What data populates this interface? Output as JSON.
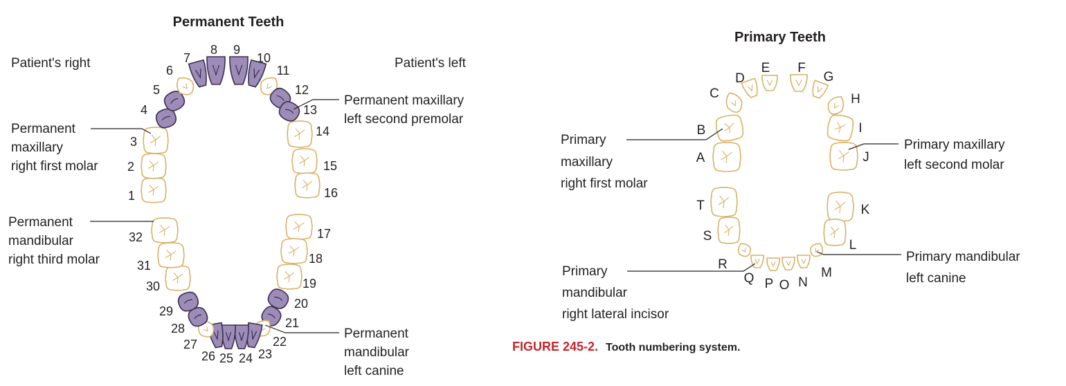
{
  "permanent": {
    "title": "Permanent Teeth",
    "patient_right": "Patient's right",
    "patient_left": "Patient's left",
    "highlight_color": "#9d8cb7",
    "outline_color": "#d9b064",
    "teeth": [
      {
        "id": "1",
        "kind": "molar",
        "highlighted": false
      },
      {
        "id": "2",
        "kind": "molar",
        "highlighted": false
      },
      {
        "id": "3",
        "kind": "molar",
        "highlighted": false
      },
      {
        "id": "4",
        "kind": "premolar",
        "highlighted": true
      },
      {
        "id": "5",
        "kind": "premolar",
        "highlighted": true
      },
      {
        "id": "6",
        "kind": "canine",
        "highlighted": false
      },
      {
        "id": "7",
        "kind": "incisor",
        "highlighted": true
      },
      {
        "id": "8",
        "kind": "incisor",
        "highlighted": true
      },
      {
        "id": "9",
        "kind": "incisor",
        "highlighted": true
      },
      {
        "id": "10",
        "kind": "incisor",
        "highlighted": true
      },
      {
        "id": "11",
        "kind": "canine",
        "highlighted": false
      },
      {
        "id": "12",
        "kind": "premolar",
        "highlighted": true
      },
      {
        "id": "13",
        "kind": "premolar",
        "highlighted": true
      },
      {
        "id": "14",
        "kind": "molar",
        "highlighted": false
      },
      {
        "id": "15",
        "kind": "molar",
        "highlighted": false
      },
      {
        "id": "16",
        "kind": "molar",
        "highlighted": false
      },
      {
        "id": "17",
        "kind": "molar",
        "highlighted": false
      },
      {
        "id": "18",
        "kind": "molar",
        "highlighted": false
      },
      {
        "id": "19",
        "kind": "molar",
        "highlighted": false
      },
      {
        "id": "20",
        "kind": "premolar",
        "highlighted": true
      },
      {
        "id": "21",
        "kind": "premolar",
        "highlighted": true
      },
      {
        "id": "22",
        "kind": "canine",
        "highlighted": false
      },
      {
        "id": "23",
        "kind": "incisor",
        "highlighted": true
      },
      {
        "id": "24",
        "kind": "incisor",
        "highlighted": true
      },
      {
        "id": "25",
        "kind": "incisor",
        "highlighted": true
      },
      {
        "id": "26",
        "kind": "incisor",
        "highlighted": true
      },
      {
        "id": "27",
        "kind": "canine",
        "highlighted": false
      },
      {
        "id": "28",
        "kind": "premolar",
        "highlighted": true
      },
      {
        "id": "29",
        "kind": "premolar",
        "highlighted": true
      },
      {
        "id": "30",
        "kind": "molar",
        "highlighted": false
      },
      {
        "id": "31",
        "kind": "molar",
        "highlighted": false
      },
      {
        "id": "32",
        "kind": "molar",
        "highlighted": false
      }
    ],
    "callouts": [
      {
        "id": "perm-max-right-first-molar",
        "lines": [
          "Permanent",
          "maxillary",
          "right first molar"
        ]
      },
      {
        "id": "perm-mand-right-third-molar",
        "lines": [
          "Permanent",
          "mandibular",
          "right third molar"
        ]
      },
      {
        "id": "perm-max-left-second-premolar",
        "lines": [
          "Permanent maxillary",
          "left second premolar"
        ]
      },
      {
        "id": "perm-mand-left-canine",
        "lines": [
          "Permanent",
          "mandibular",
          "left canine"
        ]
      }
    ]
  },
  "primary": {
    "title": "Primary Teeth",
    "teeth": [
      {
        "id": "A",
        "kind": "molar"
      },
      {
        "id": "B",
        "kind": "molar"
      },
      {
        "id": "C",
        "kind": "canine"
      },
      {
        "id": "D",
        "kind": "incisor"
      },
      {
        "id": "E",
        "kind": "incisor"
      },
      {
        "id": "F",
        "kind": "incisor"
      },
      {
        "id": "G",
        "kind": "incisor"
      },
      {
        "id": "H",
        "kind": "canine"
      },
      {
        "id": "I",
        "kind": "molar"
      },
      {
        "id": "J",
        "kind": "molar"
      },
      {
        "id": "K",
        "kind": "molar"
      },
      {
        "id": "L",
        "kind": "molar"
      },
      {
        "id": "M",
        "kind": "canine"
      },
      {
        "id": "N",
        "kind": "incisor"
      },
      {
        "id": "O",
        "kind": "incisor"
      },
      {
        "id": "P",
        "kind": "incisor"
      },
      {
        "id": "Q",
        "kind": "incisor"
      },
      {
        "id": "R",
        "kind": "canine"
      },
      {
        "id": "S",
        "kind": "molar"
      },
      {
        "id": "T",
        "kind": "molar"
      }
    ],
    "callouts": [
      {
        "id": "prim-max-right-first-molar",
        "lines": [
          "Primary",
          "maxillary",
          "right first molar"
        ]
      },
      {
        "id": "prim-max-left-second-molar",
        "lines": [
          "Primary maxillary",
          "left second molar"
        ]
      },
      {
        "id": "prim-mand-left-canine",
        "lines": [
          "Primary mandibular",
          "left canine"
        ]
      },
      {
        "id": "prim-mand-right-lateral-incisor",
        "lines": [
          "Primary",
          "mandibular",
          "right lateral incisor"
        ]
      }
    ]
  },
  "caption": {
    "figure_number": "FIGURE 245-2.",
    "text": "Tooth numbering system."
  }
}
